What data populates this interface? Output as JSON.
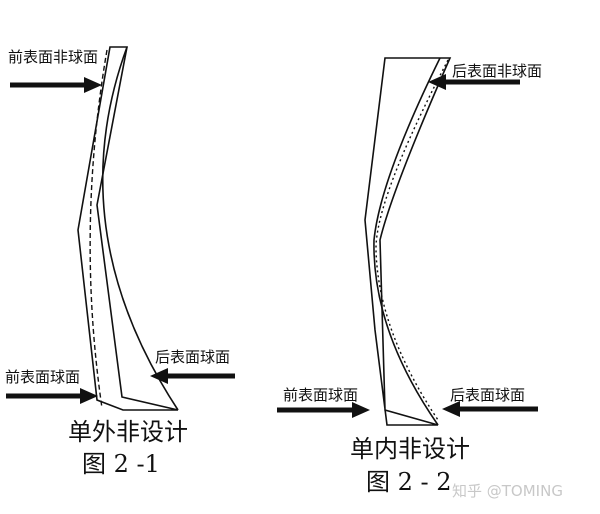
{
  "figure_1": {
    "label_front_aspheric": "前表面非球面",
    "label_rear_spherical": "后表面球面",
    "label_front_spherical": "前表面球面",
    "caption_title": "单外非设计",
    "caption_number": "图 2 -1"
  },
  "figure_2": {
    "label_rear_aspheric": "后表面非球面",
    "label_front_spherical": "前表面球面",
    "label_rear_spherical": "后表面球面",
    "caption_title": "单内非设计",
    "caption_number": "图 2 - 2"
  },
  "watermark": "知乎 @TOMING",
  "colors": {
    "ink": "#111111",
    "background": "#ffffff",
    "watermark": "#c8c8c8"
  }
}
